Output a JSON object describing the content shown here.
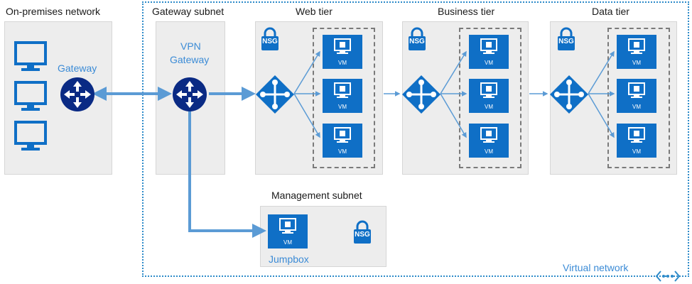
{
  "labels": {
    "on_premises": "On-premises network",
    "gateway_subnet": "Gateway subnet",
    "web_tier": "Web tier",
    "business_tier": "Business tier",
    "data_tier": "Data tier",
    "management_subnet": "Management subnet",
    "virtual_network": "Virtual network",
    "gateway": "Gateway",
    "vpn_gateway_line1": "VPN",
    "vpn_gateway_line2": "Gateway",
    "jumpbox": "Jumpbox"
  },
  "vm_label": "VM",
  "nsg_label": "NSG",
  "colors": {
    "azure_blue": "#0f6fc6",
    "arrow_blue": "#5b9bd5",
    "navy": "#0a2a84",
    "panel_gray": "#ededed",
    "vnet_border": "#2e8bc9",
    "dashed_gray": "#7a7a7a"
  }
}
